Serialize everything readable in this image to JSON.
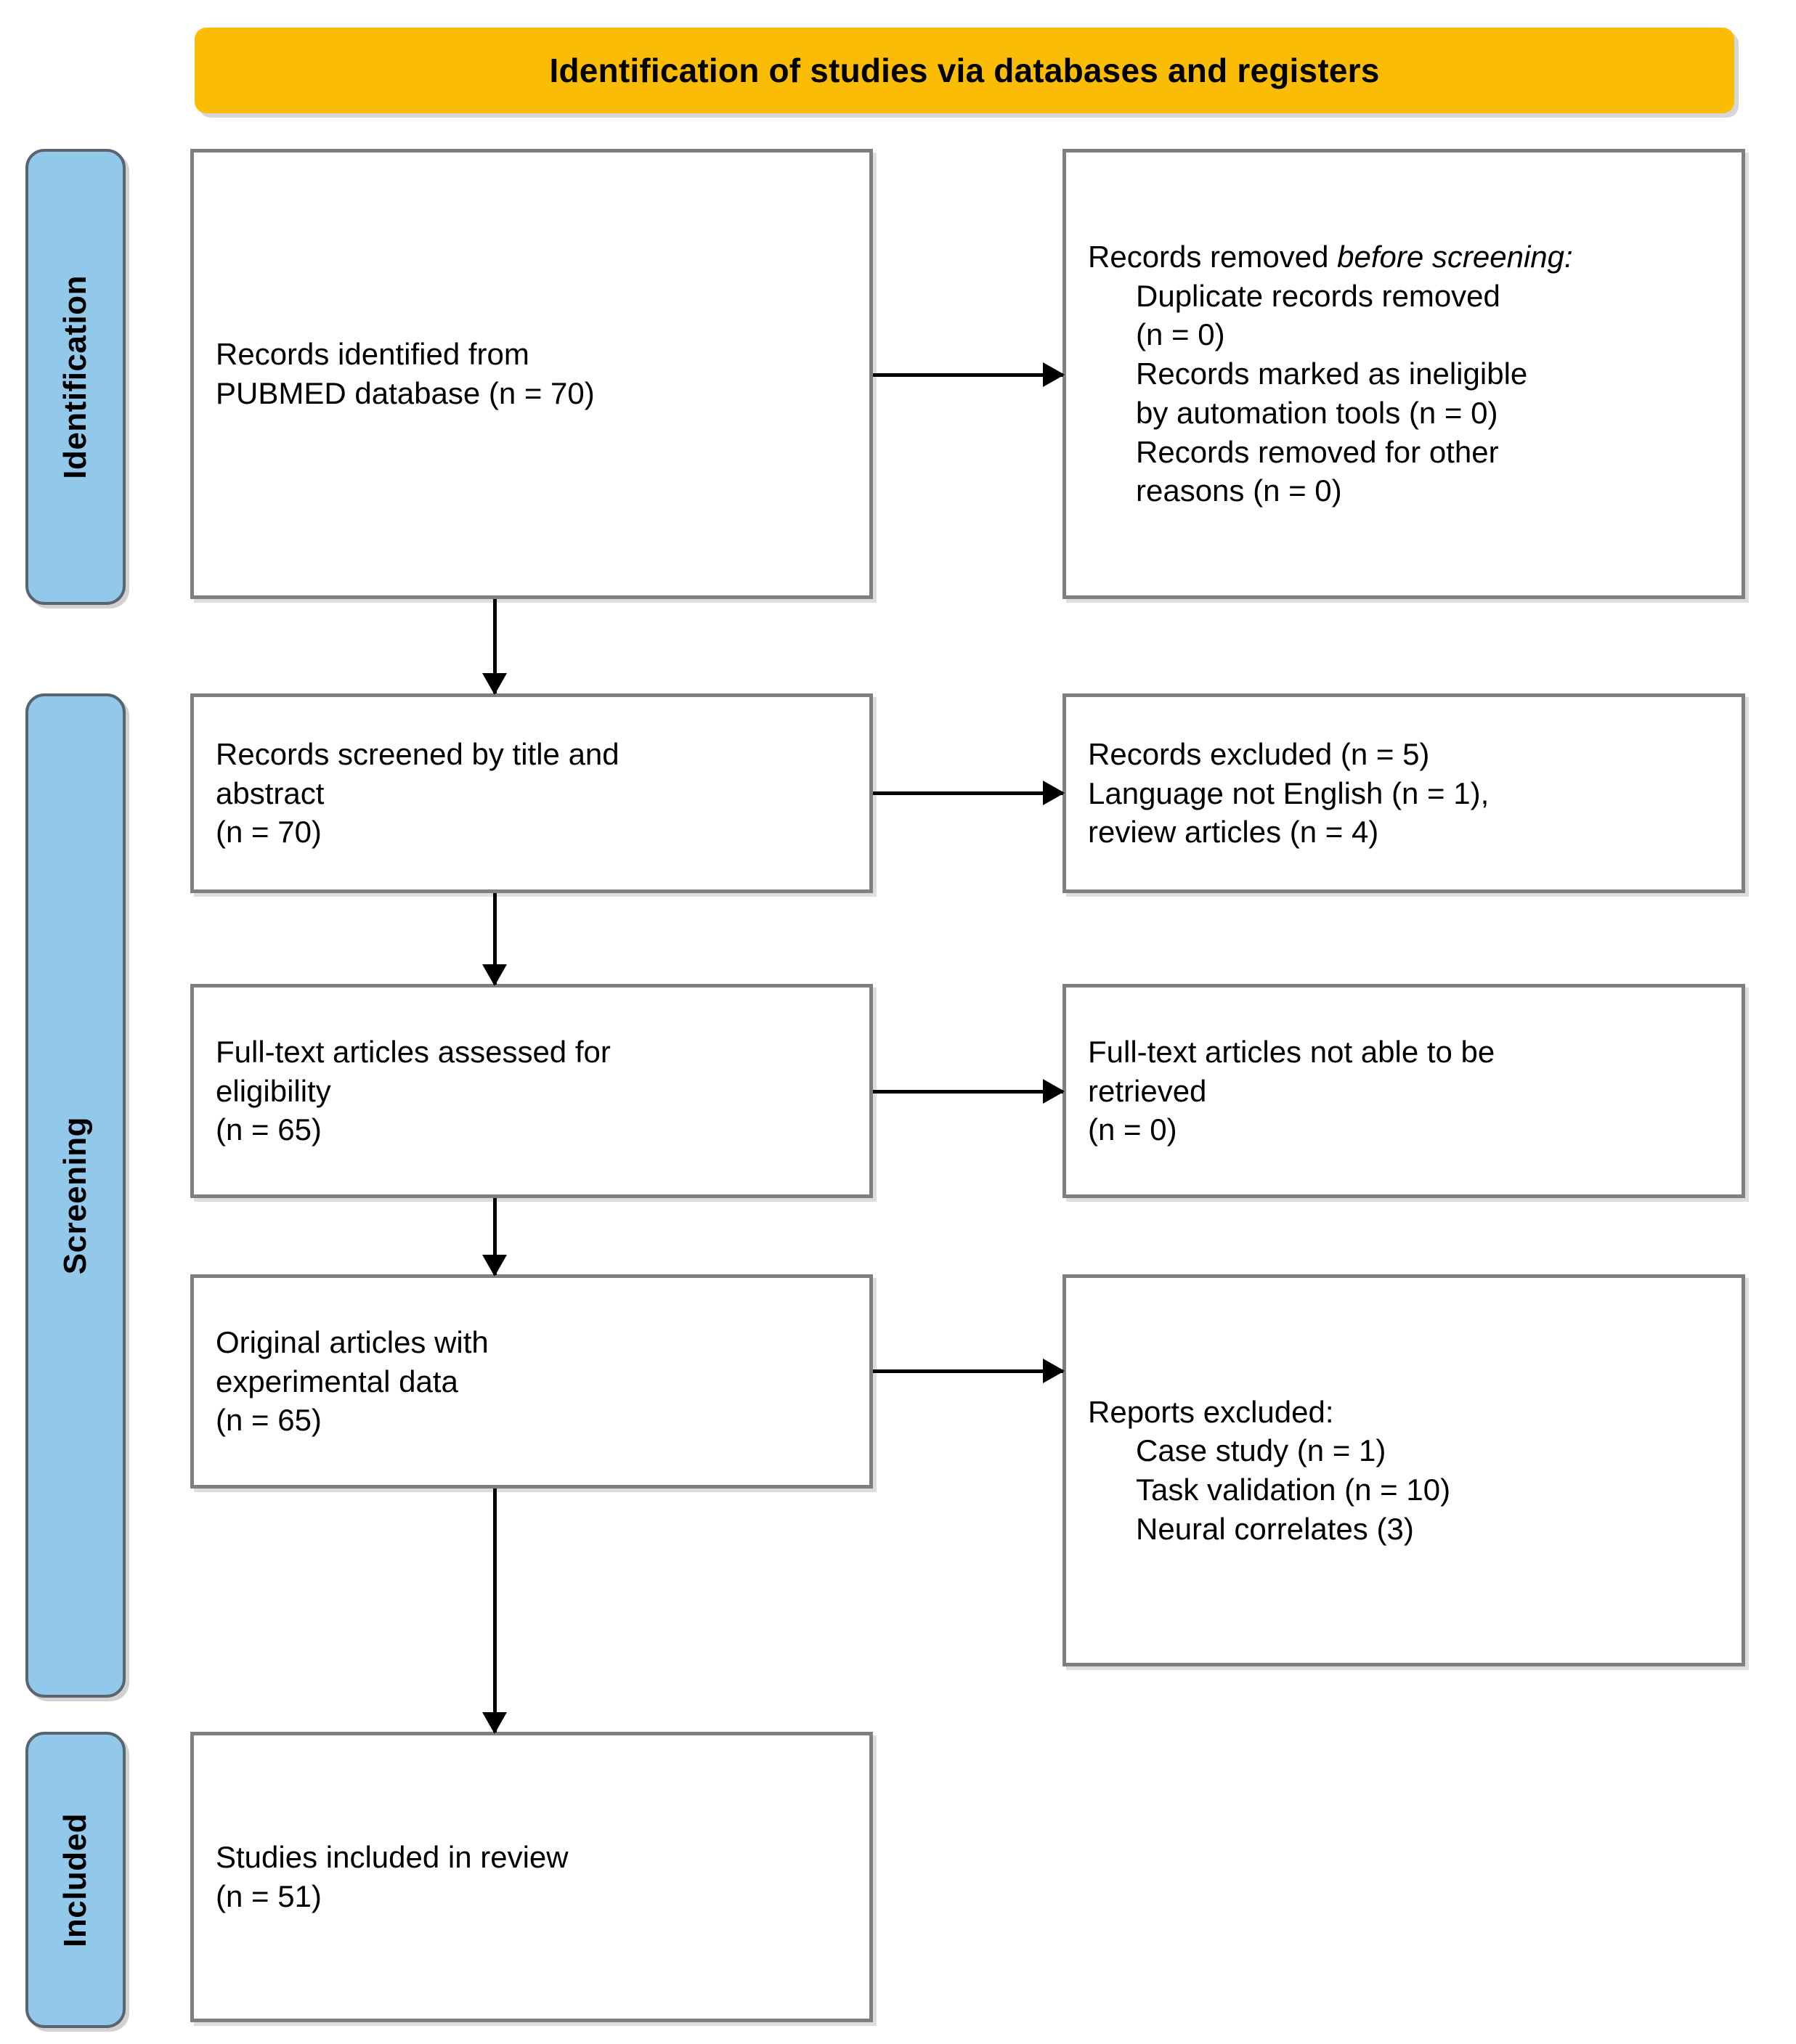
{
  "banner": {
    "title": "Identification of studies via databases and registers"
  },
  "stages": [
    {
      "id": "identification",
      "label": "Identification"
    },
    {
      "id": "screening",
      "label": "Screening"
    },
    {
      "id": "included",
      "label": "Included"
    }
  ],
  "boxes": {
    "identified": {
      "line1": "Records identified from",
      "line2": "PUBMED database (n = 70)"
    },
    "removed": {
      "heading_prefix": "Records removed ",
      "heading_italic": "before screening",
      "heading_suffix": ":",
      "item1": "Duplicate records removed",
      "item2": "(n = 0)",
      "item3": "Records marked as ineligible",
      "item4": "by automation tools (n = 0)",
      "item5": "Records removed for other",
      "item6": "reasons (n = 0)"
    },
    "screened": {
      "line1": "Records screened by title and",
      "line2": "abstract",
      "line3": "(n = 70)"
    },
    "excluded": {
      "line1": "Records excluded (n = 5)",
      "line2": "Language not English (n = 1),",
      "line3": "review articles (n = 4)"
    },
    "fulltext": {
      "line1": "Full-text articles assessed for",
      "line2": "eligibility",
      "line3": "(n = 65)"
    },
    "notretrieved": {
      "line1": "Full-text articles not able to be",
      "line2": "retrieved",
      "line3": "(n = 0)"
    },
    "original": {
      "line1": "Original articles with",
      "line2": "experimental data",
      "line3": "(n = 65)"
    },
    "reports": {
      "heading": "Reports excluded:",
      "item1": "Case study (n = 1)",
      "item2": "Task validation (n = 10)",
      "item3": "Neural correlates (3)"
    },
    "included": {
      "line1": "Studies included in review",
      "line2": "(n = 51)"
    }
  },
  "colors": {
    "banner": "#FBBC05",
    "stage": "#92C8EA",
    "box_border": "#7F7F7F",
    "stage_border": "#5A6470",
    "connector": "#000000"
  }
}
